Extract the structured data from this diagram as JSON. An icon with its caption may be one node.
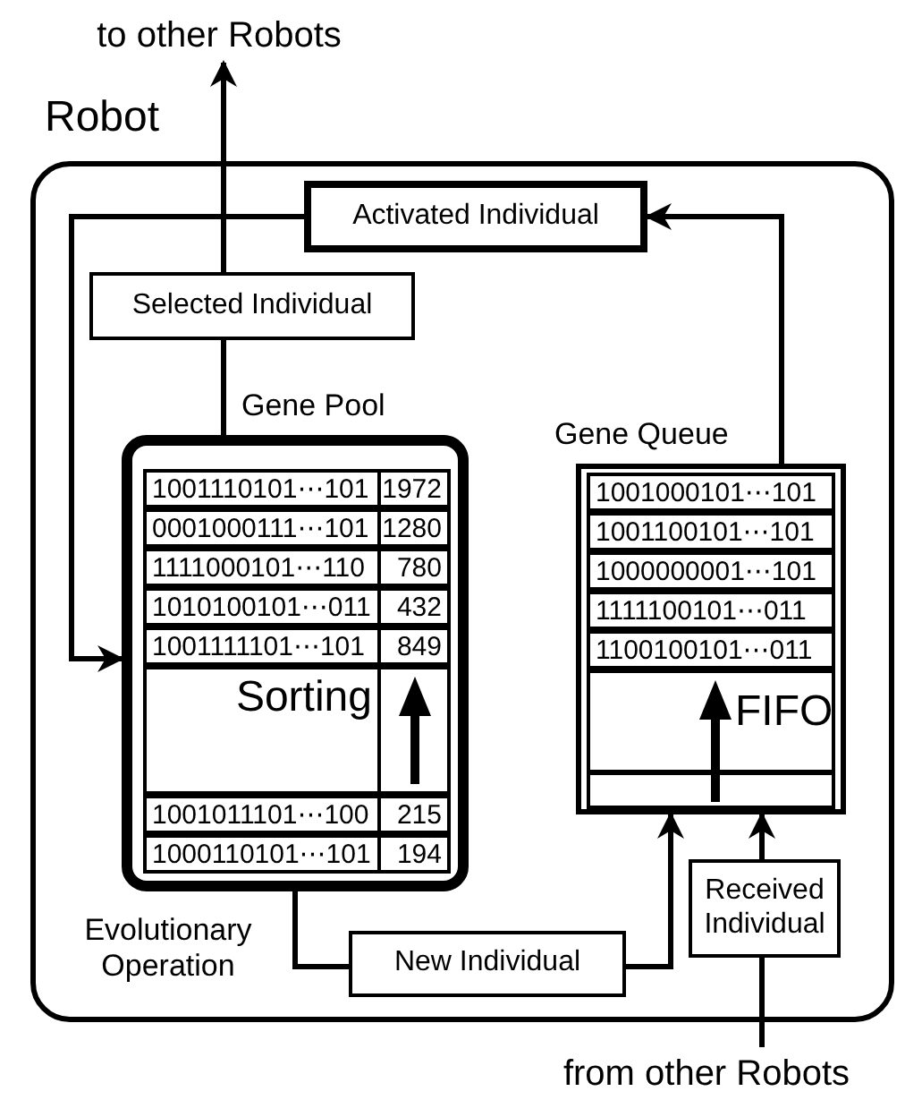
{
  "diagram": {
    "nodes": [
      {
        "text": [
          "Robot"
        ]
      },
      {
        "text": [
          "to other Robots"
        ]
      },
      {
        "text": [
          "Activated Individual"
        ],
        "in": 0
      },
      {
        "text": [
          "Selected Individual"
        ],
        "in": 0
      },
      {
        "text": [
          "Gene Pool"
        ],
        "in": 0
      },
      {
        "text": [
          "Gene Queue"
        ],
        "in": 0
      },
      {
        "text": [
          "New Individual"
        ],
        "in": 0
      },
      {
        "text": [
          "Received Individual"
        ],
        "in": 0
      },
      {
        "text": [
          "from other Robots"
        ]
      }
    ],
    "edges": [
      {
        "from": 3,
        "to": 1,
        "arrow": "to"
      },
      {
        "from": 4,
        "to": 3,
        "arrow": "none"
      },
      {
        "from": 2,
        "to": 4,
        "arrow": "to"
      },
      {
        "from": 5,
        "to": 2,
        "arrow": "to"
      },
      {
        "from": 4,
        "to": 6,
        "arrow": "none",
        "label": "Evolutionary Operation"
      },
      {
        "from": 6,
        "to": 5,
        "arrow": "to"
      },
      {
        "from": 7,
        "to": 5,
        "arrow": "to"
      },
      {
        "from": 8,
        "to": 7,
        "arrow": "none"
      }
    ],
    "labels": [
      "1001110101⋯101",
      "1972",
      "0001000111⋯101",
      "1280",
      "1111000101⋯110",
      "780",
      "1010100101⋯011",
      "432",
      "1001111101⋯101",
      "849",
      "Sorting",
      "1001011101⋯100",
      "215",
      "1000110101⋯101",
      "194",
      "1001000101⋯101",
      "1001100101⋯101",
      "1000000001⋯101",
      "1111100101⋯011",
      "1100100101⋯011",
      "FIFO"
    ]
  }
}
